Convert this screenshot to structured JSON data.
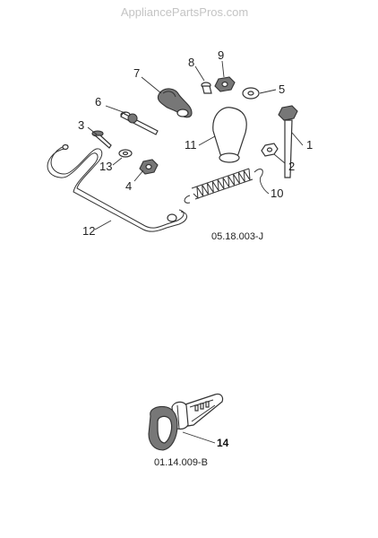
{
  "watermark": "AppliancePartsPros.com",
  "diagram_codes": {
    "upper": "05.18.003-J",
    "lower": "01.14.009-B"
  },
  "callouts": [
    "1",
    "2",
    "3",
    "4",
    "5",
    "6",
    "7",
    "8",
    "9",
    "10",
    "11",
    "12",
    "13",
    "14"
  ],
  "colors": {
    "line": "#333333",
    "shade": "#777777",
    "watermark": "#c4c4c4"
  }
}
